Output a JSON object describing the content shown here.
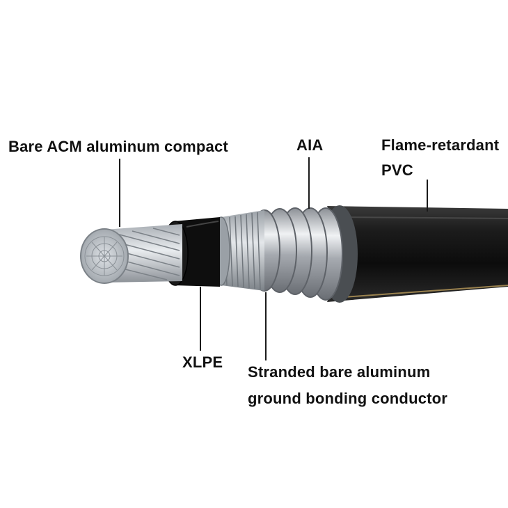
{
  "labels": {
    "conductor": "Bare ACM aluminum compact",
    "aia": "AIA",
    "pvc_line1": "Flame-retardant",
    "pvc_line2": "PVC",
    "xlpe": "XLPE",
    "ground_line1": "Stranded bare aluminum",
    "ground_line2": "ground bonding conductor"
  },
  "colors": {
    "jacket": "#141414",
    "aluminum": "#b8bcc2",
    "xlpe": "#0d0d0d",
    "armor": "#c9ccd0",
    "leader": "#1a1a1a"
  }
}
